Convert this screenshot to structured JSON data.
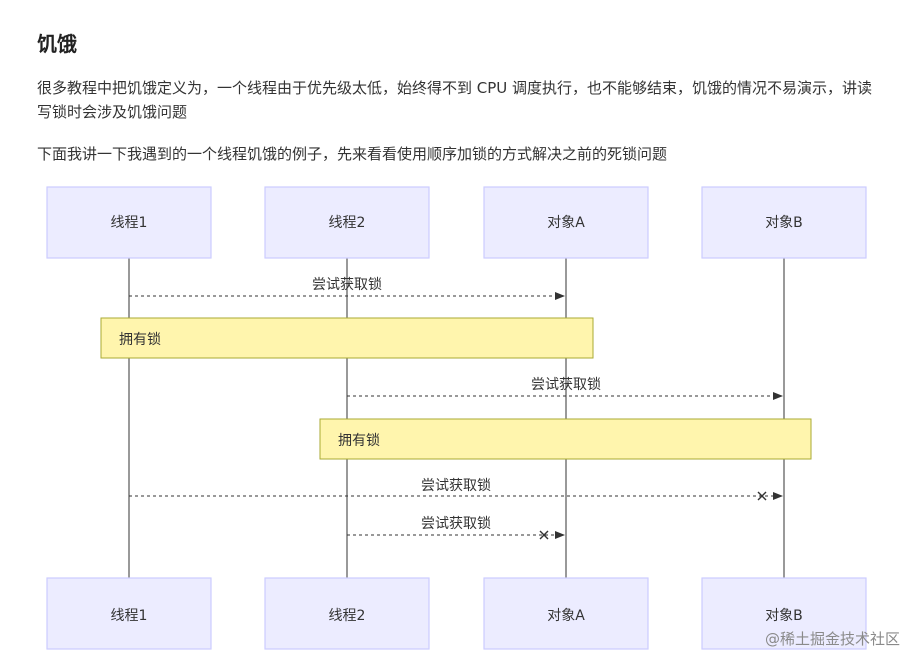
{
  "article": {
    "title": "饥饿",
    "paragraph1": "很多教程中把饥饿定义为，一个线程由于优先级太低，始终得不到 CPU 调度执行，也不能够结束，饥饿的情况不易演示，讲读写锁时会涉及饥饿问题",
    "paragraph2": "下面我讲一下我遇到的一个线程饥饿的例子，先来看看使用顺序加锁的方式解决之前的死锁问题"
  },
  "diagram": {
    "actors": [
      "线程1",
      "线程2",
      "对象A",
      "对象B"
    ],
    "messages": [
      {
        "from": "线程1",
        "to": "对象A",
        "label": "尝试获取锁",
        "failed": false
      },
      {
        "from": "线程2",
        "to": "对象B",
        "label": "尝试获取锁",
        "failed": false
      },
      {
        "from": "线程1",
        "to": "对象B",
        "label": "尝试获取锁",
        "failed": true
      },
      {
        "from": "线程2",
        "to": "对象A",
        "label": "尝试获取锁",
        "failed": true
      }
    ],
    "notes": [
      {
        "over": [
          "线程1",
          "对象A"
        ],
        "text": "拥有锁"
      },
      {
        "over": [
          "线程2",
          "对象B"
        ],
        "text": "拥有锁"
      }
    ],
    "colors": {
      "actor_fill": "#ECECFF",
      "actor_stroke": "#CCCCFF",
      "note_fill": "#FFF5AD",
      "note_stroke": "#AAAA33",
      "line": "#333333"
    }
  },
  "watermark": "@稀土掘金技术社区"
}
